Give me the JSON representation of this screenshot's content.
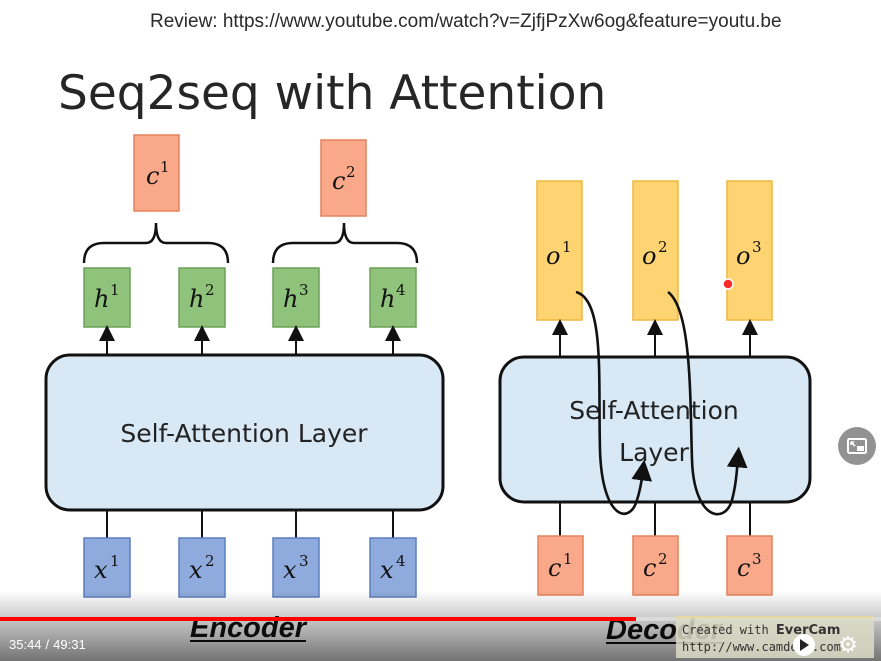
{
  "review_text": "Review: https://www.youtube.com/watch?v=ZjfjPzXw6og&feature=youtu.be",
  "slide_title": "Seq2seq with Attention",
  "encoder": {
    "label": "Encoder",
    "layer_label": "Self-Attention Layer",
    "context": [
      {
        "var": "c",
        "sup": "1"
      },
      {
        "var": "c",
        "sup": "2"
      }
    ],
    "hidden": [
      {
        "var": "h",
        "sup": "1"
      },
      {
        "var": "h",
        "sup": "2"
      },
      {
        "var": "h",
        "sup": "3"
      },
      {
        "var": "h",
        "sup": "4"
      }
    ],
    "inputs": [
      {
        "var": "x",
        "sup": "1"
      },
      {
        "var": "x",
        "sup": "2"
      },
      {
        "var": "x",
        "sup": "3"
      },
      {
        "var": "x",
        "sup": "4"
      }
    ]
  },
  "decoder": {
    "label": "Decoder",
    "layer_label_line1": "Self-Attention",
    "layer_label_line2": "Layer",
    "outputs": [
      {
        "var": "o",
        "sup": "1"
      },
      {
        "var": "o",
        "sup": "2"
      },
      {
        "var": "o",
        "sup": "3"
      }
    ],
    "inputs": [
      {
        "var": "c",
        "sup": "1"
      },
      {
        "var": "c",
        "sup": "2"
      },
      {
        "var": "c",
        "sup": "3"
      }
    ]
  },
  "player": {
    "current_time": "35:44",
    "separator": "/",
    "duration": "49:31",
    "progress_fraction": 0.722,
    "watermark_line1_prefix": "Created with ",
    "watermark_line1_brand": "EverCam",
    "watermark_line2": "http://www.camdemy.com",
    "play_icon": "play-icon",
    "settings_icon": "gear-icon",
    "miniplayer_icon": "miniplayer-icon"
  },
  "colors": {
    "context_fill": "#f9a98a",
    "context_stroke": "#e5825d",
    "hidden_fill": "#8fc27a",
    "hidden_stroke": "#6d9f58",
    "input_fill": "#8faadc",
    "input_stroke": "#5b7fbf",
    "output_fill": "#fdd471",
    "output_stroke": "#f0b73e",
    "layer_fill": "#d8e8f5",
    "layer_stroke": "#111111",
    "progress": "#ff0000",
    "cursor": "#ff0000"
  }
}
